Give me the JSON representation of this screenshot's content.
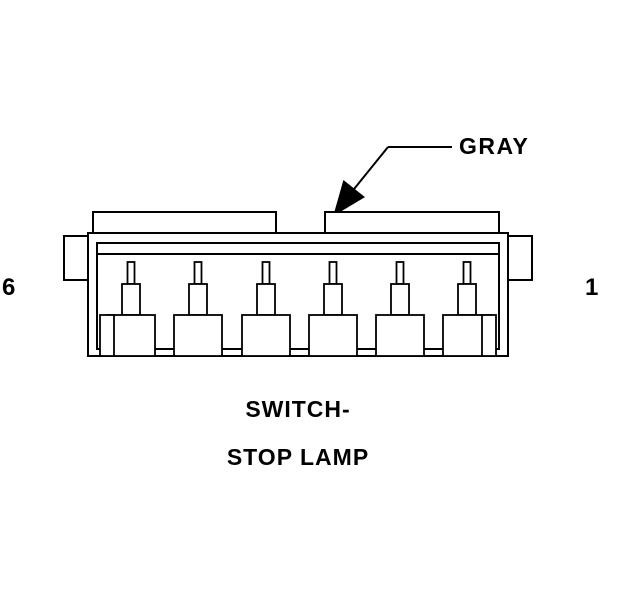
{
  "diagram": {
    "wire_color_label": "GRAY",
    "pin_left": "6",
    "pin_right": "1",
    "title_line1": "SWITCH-",
    "title_line2": "STOP LAMP",
    "connector": {
      "cavity_count": 6
    },
    "colors": {
      "line": "#000000",
      "background": "#ffffff"
    }
  }
}
